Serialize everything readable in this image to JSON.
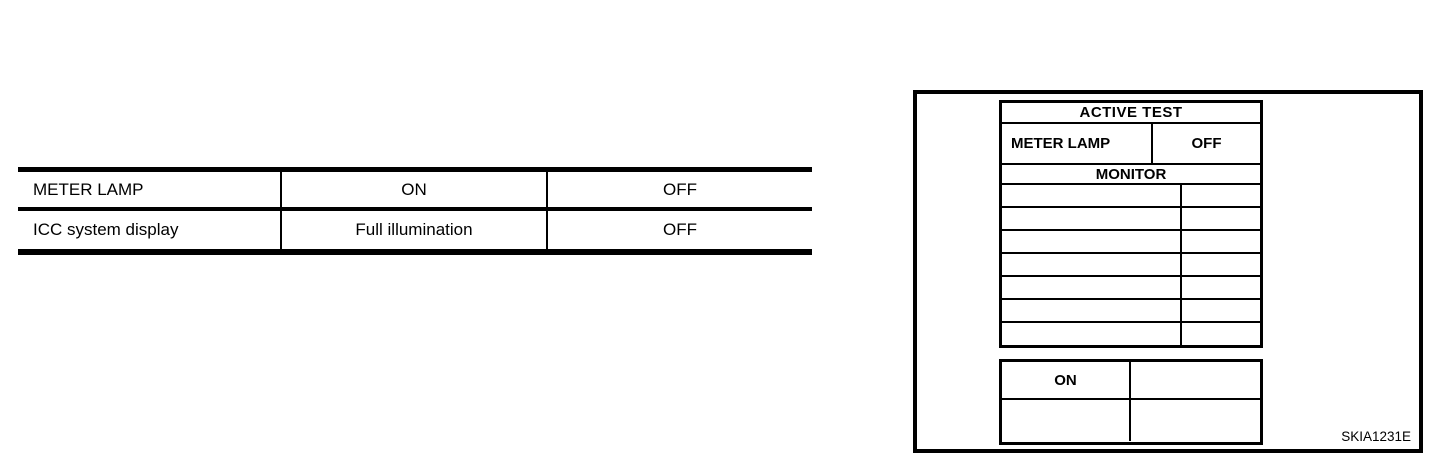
{
  "colors": {
    "ink": "#000000",
    "background": "#ffffff"
  },
  "left_table": {
    "rows": [
      {
        "item": "METER LAMP",
        "condition": "ON",
        "result": "OFF"
      },
      {
        "item": "ICC system display",
        "condition": "Full illumination",
        "result": "OFF"
      }
    ]
  },
  "consult_screen": {
    "active_test_title": "ACTIVE TEST",
    "test_item": "METER LAMP",
    "test_value": "OFF",
    "monitor_title": "MONITOR",
    "monitor_empty_rows": 7,
    "on_button": "ON"
  },
  "figure": {
    "code": "SKIA1231E"
  }
}
